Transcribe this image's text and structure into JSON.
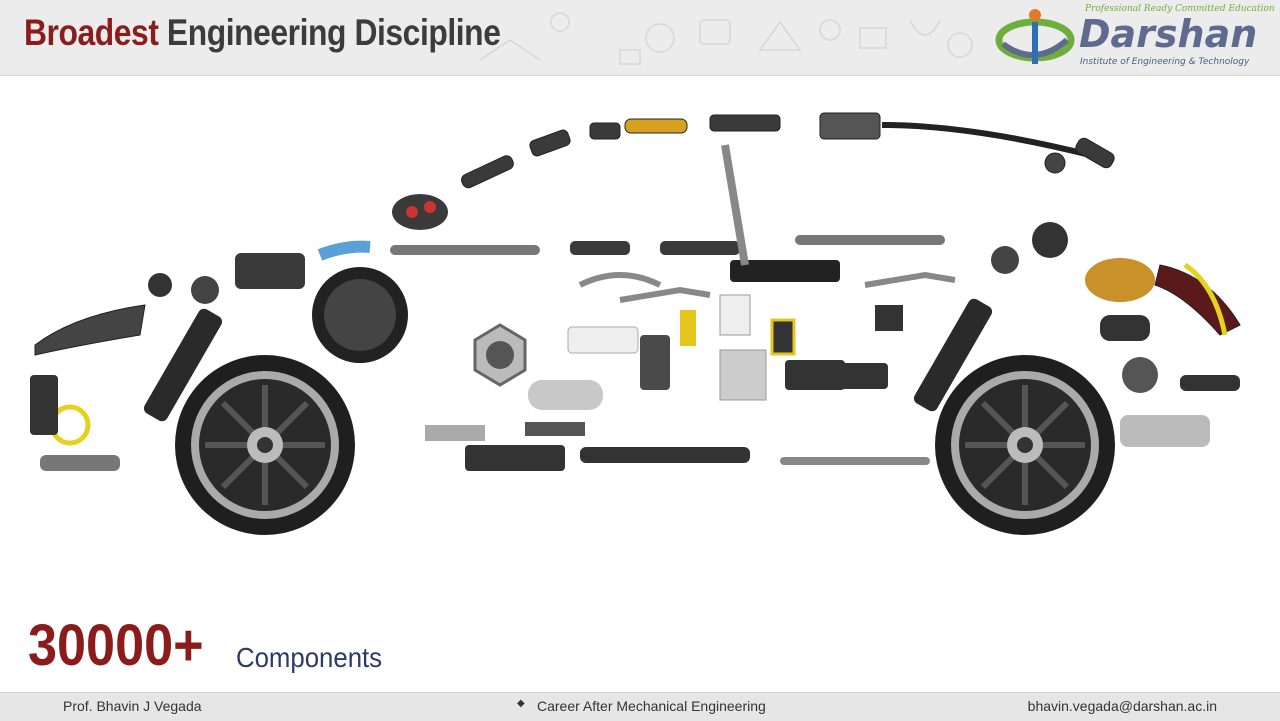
{
  "header": {
    "title_accent": "Broadest",
    "title_rest": "Engineering Discipline",
    "accent_color": "#8b1c1c",
    "title_color": "#3c3c3c"
  },
  "logo": {
    "tagline": "Professional Ready Committed Education",
    "name": "Darshan",
    "subtitle": "Institute of Engineering & Technology"
  },
  "hero_image": {
    "icon": "exploded-car-parts-image"
  },
  "stat": {
    "number": "30000+",
    "label": "Components"
  },
  "footer": {
    "author": "Prof. Bhavin J Vegada",
    "bullet": "◆",
    "course": "Career After Mechanical Engineering",
    "email": "bhavin.vegada@darshan.ac.in"
  }
}
